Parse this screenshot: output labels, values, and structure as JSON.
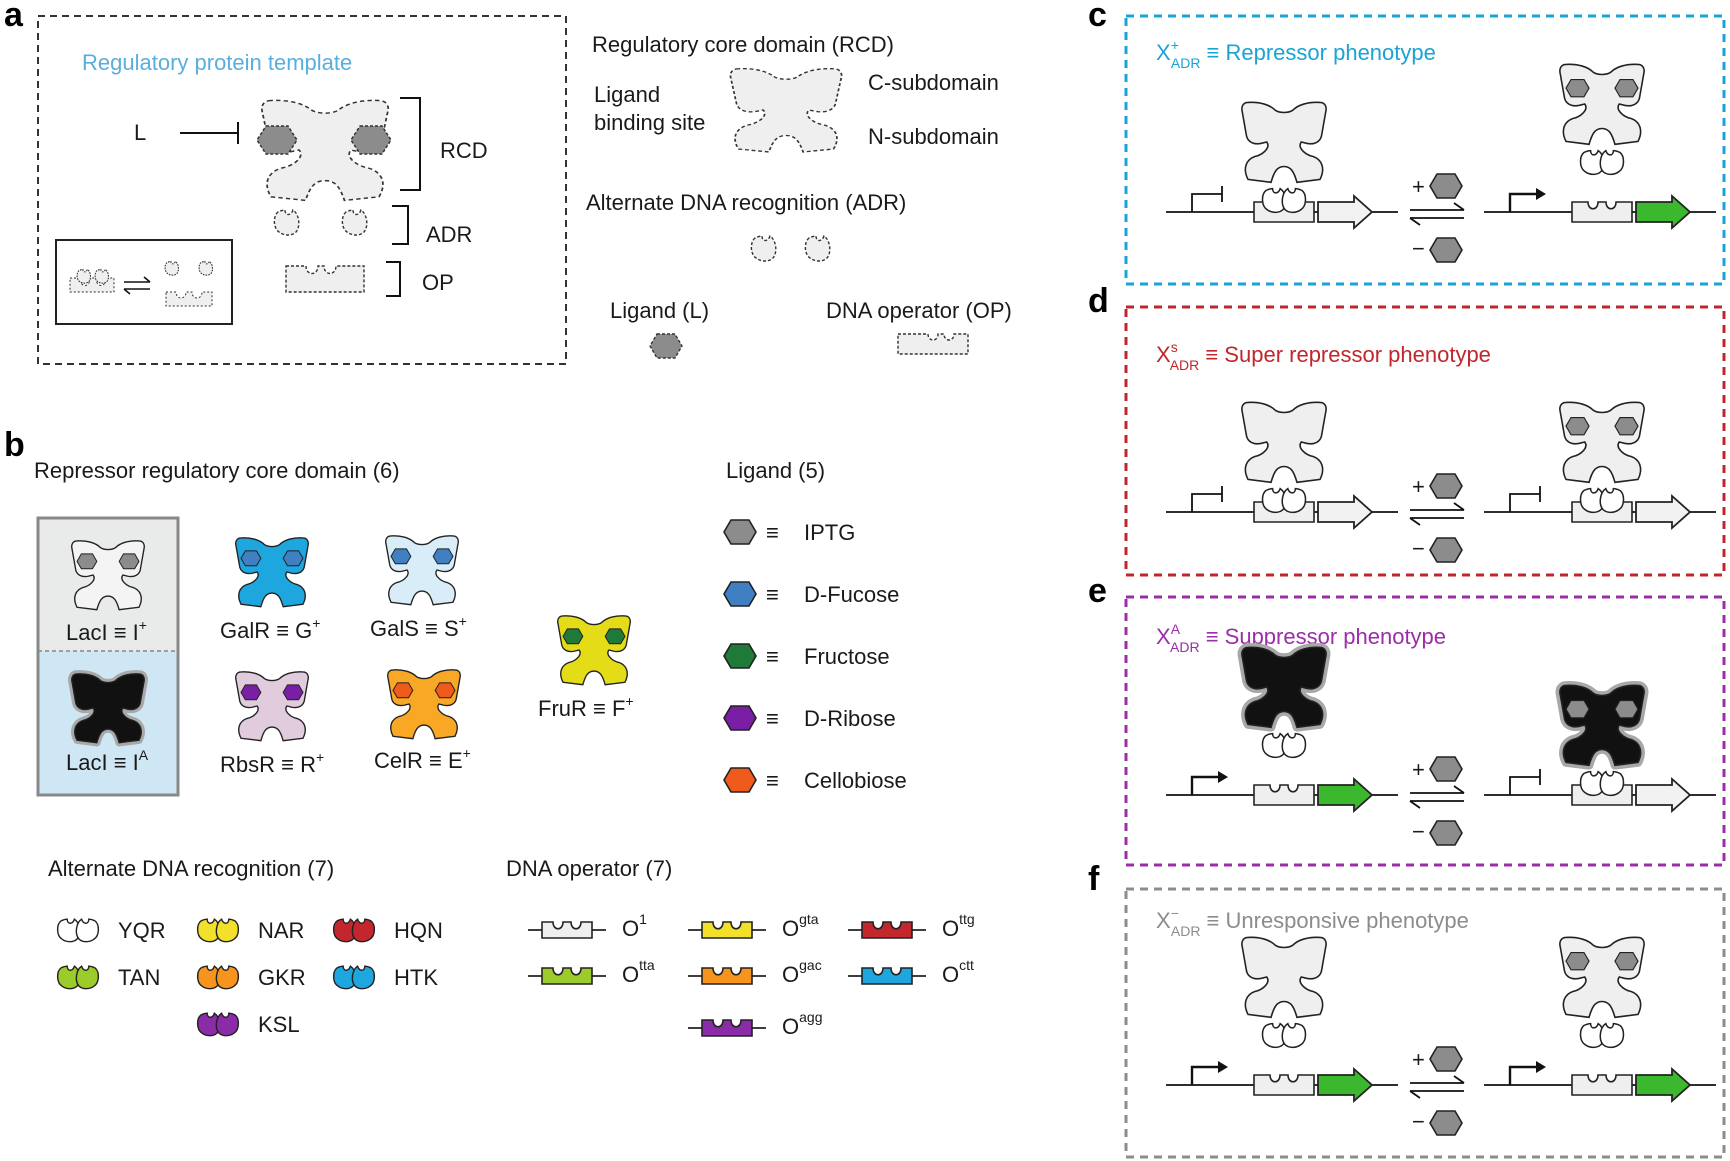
{
  "panels": {
    "a": "a",
    "b": "b",
    "c": "c",
    "d": "d",
    "e": "e",
    "f": "f"
  },
  "panel_a": {
    "template_title": "Regulatory protein template",
    "label_L": "L",
    "label_RCD": "RCD",
    "label_ADR": "ADR",
    "label_OP": "OP",
    "rcd_title": "Regulatory core domain (RCD)",
    "ligand_binding_1": "Ligand",
    "ligand_binding_2": "binding site",
    "c_subdomain": "C-subdomain",
    "n_subdomain": "N-subdomain",
    "adr_title": "Alternate DNA recognition (ADR)",
    "ligand_title": "Ligand (L)",
    "operator_title": "DNA operator (OP)"
  },
  "panel_b": {
    "rcd_title": "Repressor regulatory core domain (6)",
    "ligand_title": "Ligand (5)",
    "proteins": [
      {
        "name": "LacI ≡ I",
        "sup": "+"
      },
      {
        "name": "LacI ≡ I",
        "sup": "A"
      },
      {
        "name": "GalR ≡ G",
        "sup": "+"
      },
      {
        "name": "GalS ≡ S",
        "sup": "+"
      },
      {
        "name": "RbsR ≡ R",
        "sup": "+"
      },
      {
        "name": "CelR ≡ E",
        "sup": "+"
      },
      {
        "name": "FruR ≡ F",
        "sup": "+"
      }
    ],
    "ligands": [
      {
        "name": "IPTG",
        "color": "#8c8c8c"
      },
      {
        "name": "D-Fucose",
        "color": "#3f7fc2"
      },
      {
        "name": "Fructose",
        "color": "#1f7a3a"
      },
      {
        "name": "D-Ribose",
        "color": "#7a1fa5"
      },
      {
        "name": "Cellobiose",
        "color": "#f05a1a"
      }
    ],
    "equiv": "≡",
    "adr_title": "Alternate DNA recognition (7)",
    "adrs": [
      {
        "name": "YQR",
        "color": "#ffffff"
      },
      {
        "name": "NAR",
        "color": "#f2e02a"
      },
      {
        "name": "HQN",
        "color": "#c4262e"
      },
      {
        "name": "TAN",
        "color": "#9ccc2a"
      },
      {
        "name": "GKR",
        "color": "#f7941d"
      },
      {
        "name": "HTK",
        "color": "#1ea6de"
      },
      {
        "name": "KSL",
        "color": "#8a2ca8"
      }
    ],
    "op_title": "DNA operator (7)",
    "operators": [
      {
        "base": "O",
        "sup": "1",
        "color": "#eeeeee"
      },
      {
        "base": "O",
        "sup": "gta",
        "color": "#f2e02a"
      },
      {
        "base": "O",
        "sup": "ttg",
        "color": "#c4262e"
      },
      {
        "base": "O",
        "sup": "tta",
        "color": "#9ccc2a"
      },
      {
        "base": "O",
        "sup": "gac",
        "color": "#f7941d"
      },
      {
        "base": "O",
        "sup": "ctt",
        "color": "#1ea6de"
      },
      {
        "base": "O",
        "sup": "agg",
        "color": "#8a2ca8"
      }
    ]
  },
  "panel_c": {
    "x": "X",
    "sup": "+",
    "sub": "ADR",
    "desc": " ≡ Repressor phenotype",
    "color": "#1aa3d4"
  },
  "panel_d": {
    "x": "X",
    "sup": "s",
    "sub": "ADR",
    "desc": " ≡ Super repressor phenotype",
    "color": "#c0272d"
  },
  "panel_e": {
    "x": "X",
    "sup": "A",
    "sub": "ADR",
    "desc": " ≡ Suppressor phenotype",
    "color": "#9b2ea8"
  },
  "panel_f": {
    "x": "X",
    "sup": "−",
    "sub": "ADR",
    "desc": " ≡ Unresponsive phenotype",
    "color": "#8c8c8c"
  },
  "plus": "+",
  "minus": "−"
}
